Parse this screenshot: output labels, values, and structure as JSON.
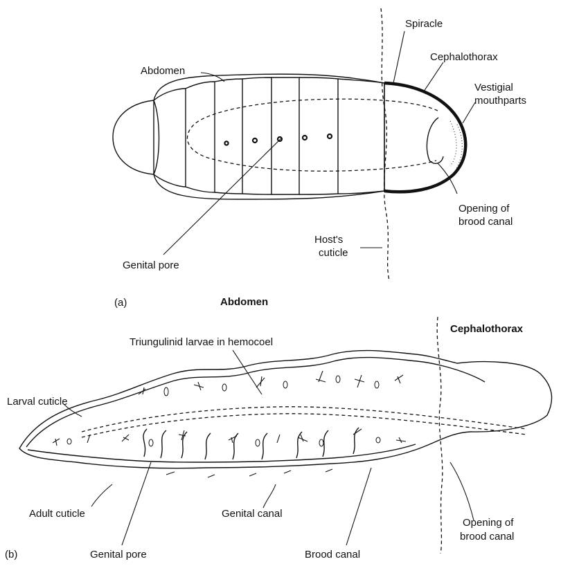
{
  "figure_a": {
    "panel_label": "(a)",
    "labels": {
      "spiracle": "Spiracle",
      "cephalothorax": "Cephalothorax",
      "vestigial_1": "Vestigial",
      "vestigial_2": "mouthparts",
      "abdomen": "Abdomen",
      "opening_1": "Opening of",
      "opening_2": "brood canal",
      "hosts_1": "Host's",
      "hosts_2": "cuticle",
      "genital_pore": "Genital pore"
    }
  },
  "figure_b": {
    "panel_label": "(b)",
    "headings": {
      "abdomen": "Abdomen",
      "cephalothorax": "Cephalothorax"
    },
    "labels": {
      "triungulinid": "Triungulinid larvae in hemocoel",
      "larval_cuticle": "Larval cuticle",
      "adult_cuticle": "Adult cuticle",
      "genital_canal": "Genital canal",
      "opening_1": "Opening of",
      "opening_2": "brood canal",
      "genital_pore": "Genital pore",
      "brood_canal": "Brood canal"
    }
  },
  "colors": {
    "ink": "#111111",
    "paper": "#ffffff"
  }
}
